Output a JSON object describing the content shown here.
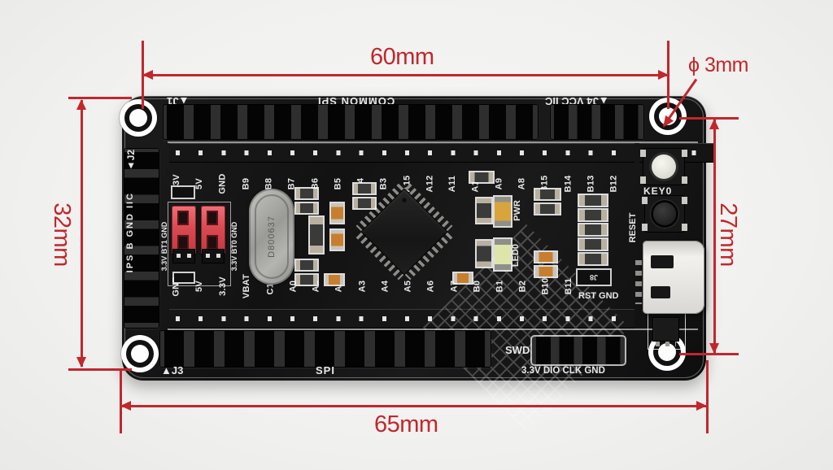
{
  "annotations": {
    "width_between_holes": "60mm",
    "hole_diameter": "ϕ 3mm",
    "height_left": "32mm",
    "height_right": "27mm",
    "width_full": "65mm",
    "color": "#c1272d"
  },
  "board": {
    "top_edge": {
      "j1": "▲J1",
      "common_spi": "COMMON SPI",
      "j4_vcc_iic": "▲J4 VCC IIC"
    },
    "left_edge": {
      "j2": "▲J2",
      "pins": "IPS B GND IIC"
    },
    "bottom_edge": {
      "j3": "▲J3",
      "spi": "SPI",
      "swd": "SWD",
      "swd_pins": "3.3V DIO CLK GND"
    },
    "top_pins": [
      "3.3V",
      "5V",
      "GND",
      "B9",
      "B8",
      "B7",
      "B6",
      "B5",
      "B4",
      "B3",
      "A15",
      "A12",
      "A11",
      "A10",
      "A9",
      "A8",
      "B15",
      "B14",
      "B13",
      "B12"
    ],
    "bottom_pins": [
      "GND",
      "5V",
      "3.3V",
      "VBAT",
      "C13",
      "A0",
      "A1",
      "A2",
      "A3",
      "A4",
      "A5",
      "A6",
      "A7",
      "B0",
      "B1",
      "B2",
      "B10",
      "B11"
    ],
    "rst_gnd": "RST GND",
    "jumpers": {
      "left": "3.3V BT1 GND",
      "right": "3.3V BT0 GND"
    },
    "crystal_marking": "D800637",
    "leds": {
      "pwr": "PWR",
      "led0": "LED0"
    },
    "buttons": {
      "key0": "KEY0",
      "reset": "RESET"
    },
    "j8": "J8"
  }
}
